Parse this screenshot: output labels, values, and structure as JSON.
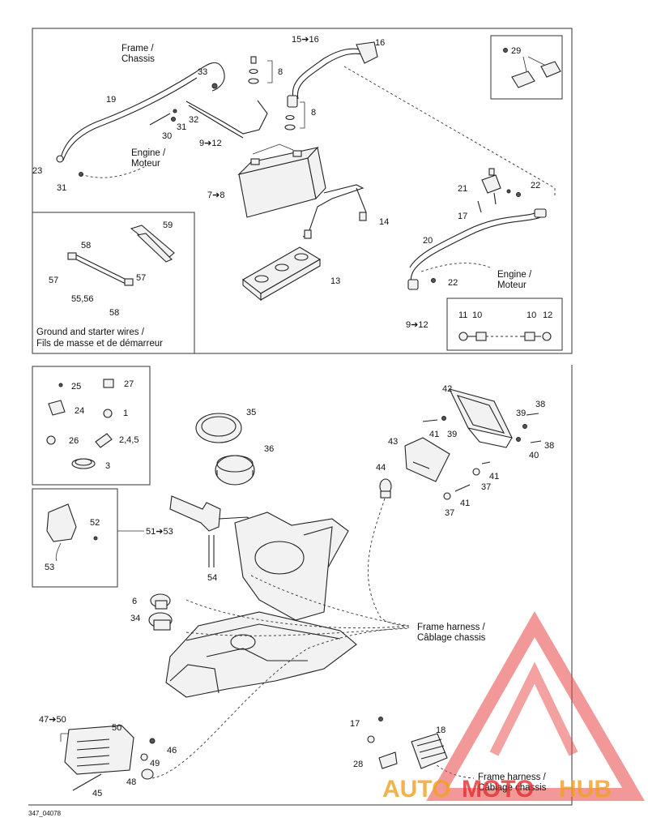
{
  "labels": {
    "l19": "19",
    "l33": "33",
    "l32": "32",
    "l31a": "31",
    "l30": "30",
    "l23": "23",
    "l31b": "31",
    "l8a": "8",
    "l8b": "8",
    "l9to12a": "9➔12",
    "l7to8": "7➔8",
    "l15to16": "15➔16",
    "l16": "16",
    "l14": "14",
    "l13": "13",
    "l29": "29",
    "l21": "21",
    "l22a": "22",
    "l17a": "17",
    "l20": "20",
    "l22b": "22",
    "l59": "59",
    "l58a": "58",
    "l57a": "57",
    "l55_56": "55,56",
    "l57b": "57",
    "l58b": "58",
    "l9to12b": "9➔12",
    "l11": "11",
    "l10a": "10",
    "l10b": "10",
    "l12": "12",
    "l25": "25",
    "l27": "27",
    "l24": "24",
    "l1": "1",
    "l26": "26",
    "l2_4_5": "2,4,5",
    "l3": "3",
    "l35": "35",
    "l36": "36",
    "l52": "52",
    "l51to53": "51➔53",
    "l53": "53",
    "l54": "54",
    "l6": "6",
    "l34": "34",
    "l42": "42",
    "l39a": "39",
    "l38a": "38",
    "l41a": "41",
    "l39b": "39",
    "l43": "43",
    "l40": "40",
    "l38b": "38",
    "l44": "44",
    "l41b": "41",
    "l37a": "37",
    "l41c": "41",
    "l37b": "37",
    "l47to50": "47➔50",
    "l50": "50",
    "l46": "46",
    "l49": "49",
    "l48": "48",
    "l45": "45",
    "l17b": "17",
    "l18": "18",
    "l28": "28"
  },
  "captions": {
    "frame_chassis_1": "Frame /",
    "frame_chassis_2": "Chassis",
    "engine_moteur_1a": "Engine /",
    "engine_moteur_1b": "Moteur",
    "engine_moteur_2a": "Engine /",
    "engine_moteur_2b": "Moteur",
    "ground_wires_1": "Ground and starter wires /",
    "ground_wires_2": "Fils de masse et de démarreur",
    "frame_harness_1a": "Frame harness /",
    "frame_harness_1b": "Câblage chassis",
    "frame_harness_2a": "Frame harness /",
    "frame_harness_2b": "Câblage chassis"
  },
  "footer": {
    "drawing_code": "347_04078"
  },
  "watermark": {
    "left": "AUTO",
    "middle": "MOTO",
    "right": "HUB",
    "color_red": "#e23030",
    "color_orange": "#f0a020"
  }
}
